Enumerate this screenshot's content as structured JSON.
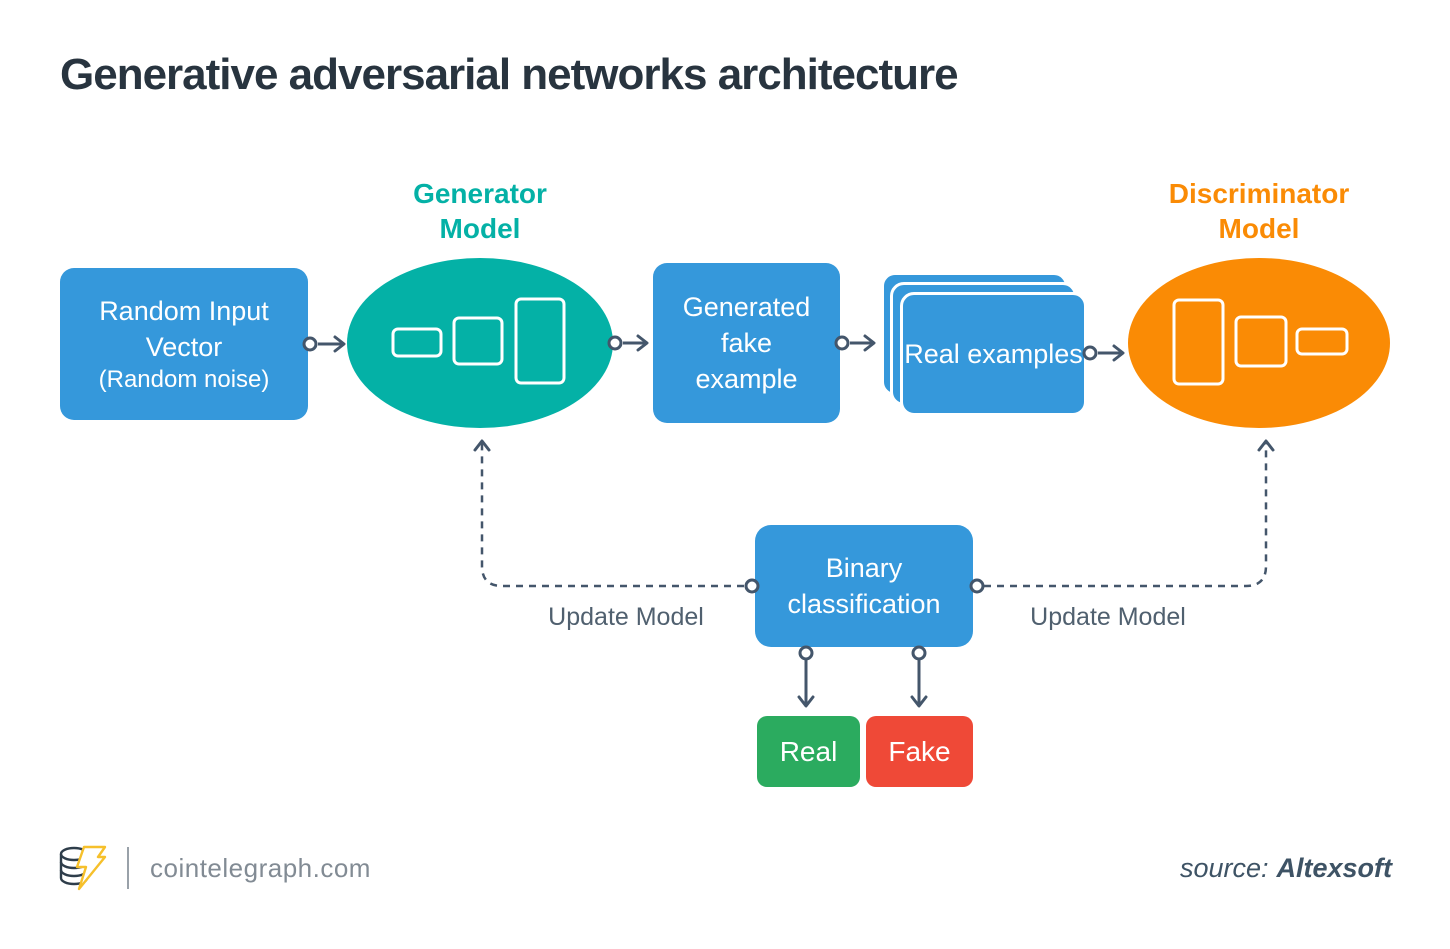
{
  "title": "Generative adversarial networks architecture",
  "colors": {
    "blue": "#3598db",
    "teal": "#04b1a6",
    "orange": "#fa8b05",
    "green": "#2bab5f",
    "red": "#ef4937",
    "connector": "#44566b",
    "title_text": "#28343f",
    "update_label_text": "#50606f",
    "footer_gray": "#828b94",
    "source_text": "#3e5365",
    "logo_gold": "#f6c02b"
  },
  "diagram": {
    "generator": {
      "label_line1": "Generator",
      "label_line2": "Model"
    },
    "discriminator": {
      "label_line1": "Discriminator",
      "label_line2": "Model"
    },
    "random_input": {
      "label": "Random Input Vector",
      "sublabel": "(Random noise)"
    },
    "generated_fake": {
      "label": "Generated fake example"
    },
    "real_examples": {
      "label": "Real examples"
    },
    "binary_classification": {
      "label": "Binary classification"
    },
    "outputs": {
      "real": "Real",
      "fake": "Fake"
    },
    "update_left": "Update Model",
    "update_right": "Update Model"
  },
  "footer": {
    "site": "cointelegraph.com",
    "source_prefix": "source:",
    "source_name": "Altexsoft"
  }
}
